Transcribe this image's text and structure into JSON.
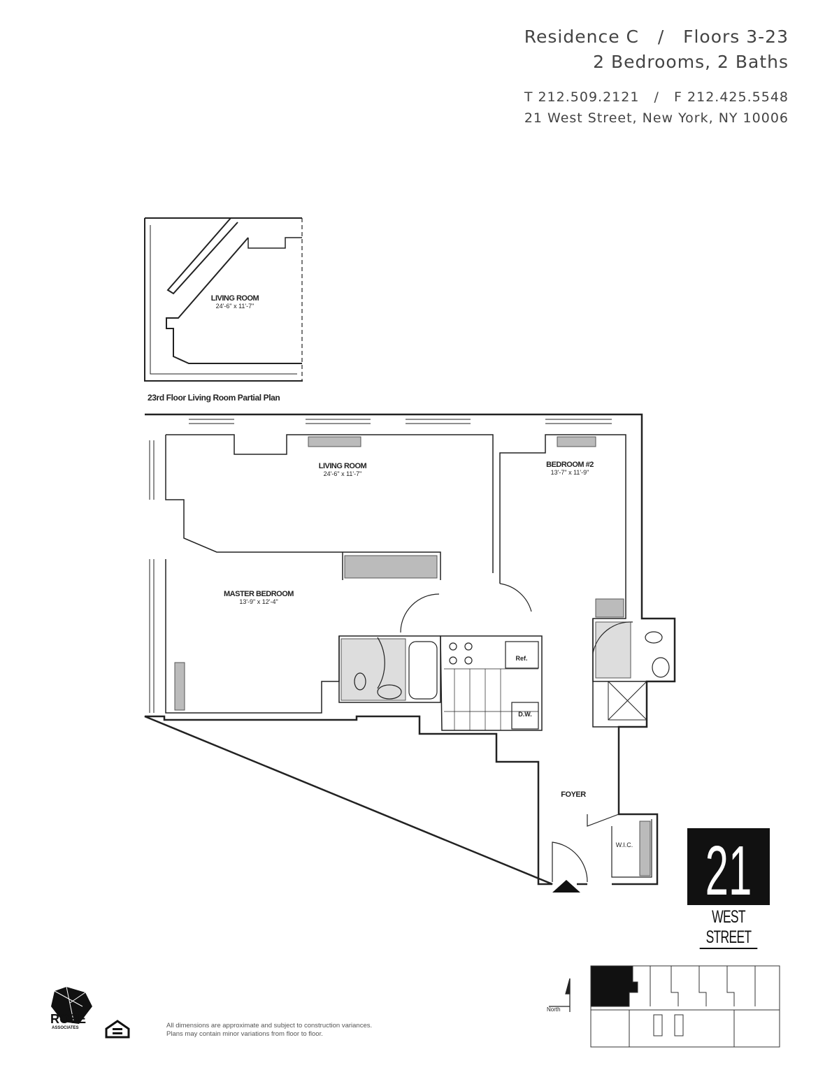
{
  "header": {
    "residence_line": "Residence C   /   Floors 3-23",
    "bedrooms_line": "2 Bedrooms, 2 Baths",
    "phone_line": "T 212.509.2121   /   F 212.425.5548",
    "address_line": "21 West Street, New York, NY 10006"
  },
  "partial_plan": {
    "caption": "23rd Floor Living Room Partial Plan",
    "room_name": "LIVING ROOM",
    "room_dims": "24'-6\" x 11'-7\""
  },
  "rooms": {
    "living": {
      "name": "LIVING ROOM",
      "dims": "24'-6\" x 11'-7\""
    },
    "bedroom2": {
      "name": "BEDROOM #2",
      "dims": "13'-7\" x 11'-9\""
    },
    "master": {
      "name": "MASTER BEDROOM",
      "dims": "13'-9\" x 12'-4\""
    },
    "foyer": {
      "name": "FOYER"
    },
    "wic": {
      "name": "W.I.C."
    },
    "ref": {
      "name": "Ref."
    },
    "dw": {
      "name": "D.W."
    }
  },
  "logo": {
    "number": "21",
    "name": "WEST STREET"
  },
  "rose": {
    "name": "ROSE",
    "sub": "ASSOCIATES"
  },
  "north_label": "North",
  "disclaimer": [
    "All dimensions are approximate and subject to construction variances.",
    "Plans may contain minor variations from floor to floor."
  ],
  "icons": [
    "rose-associates-logo",
    "equal-housing-icon",
    "north-arrow-icon",
    "entry-arrow-icon"
  ]
}
